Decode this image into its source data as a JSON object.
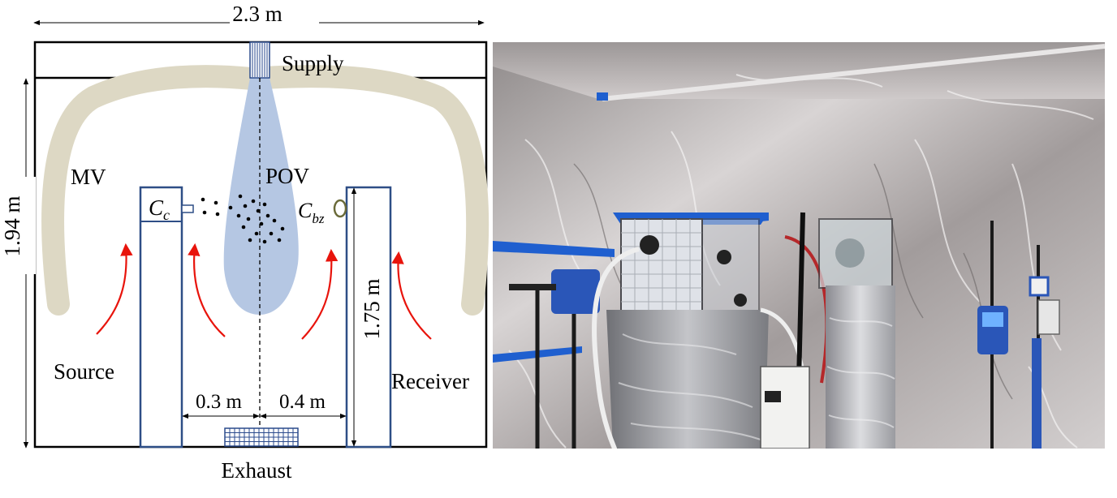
{
  "diagram": {
    "dimensions": {
      "width": "2.3 m",
      "height": "1.94 m",
      "manikin_height": "1.75 m",
      "source_gap": "0.3 m",
      "receiver_gap": "0.4 m"
    },
    "labels": {
      "supply": "Supply",
      "exhaust": "Exhaust",
      "mv": "MV",
      "pov": "POV",
      "source": "Source",
      "receiver": "Receiver",
      "cc_base": "C",
      "cc_sub": "c",
      "cbz_base": "C",
      "cbz_sub": "bz"
    },
    "colors": {
      "manikin_outline": "#2e4e86",
      "mv_flow": "#ddd8c4",
      "pov_jet": "#b5c7e3",
      "arrows": "#e8140c",
      "exhaust_grille": "#2a4a8c"
    }
  },
  "photo": {
    "subject": "chamber-photo-foil-lined-test-room",
    "colors": {
      "foil": "#b9b4b4",
      "manikin_boxes": "#9ea0a6",
      "blue_tape": "#1f5fcf"
    }
  }
}
